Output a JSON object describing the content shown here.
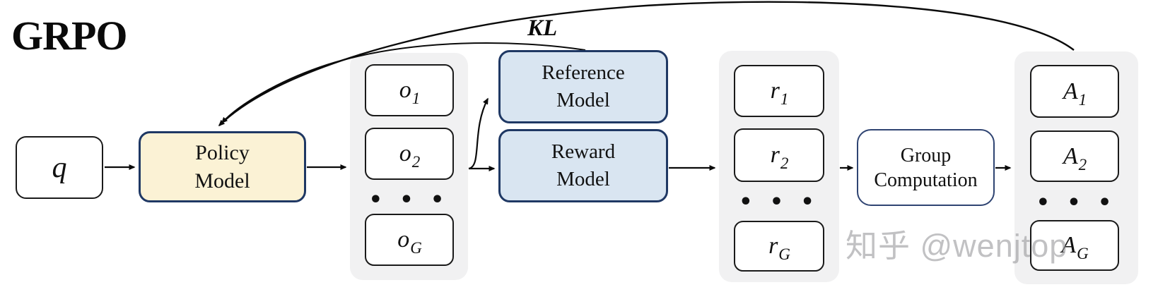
{
  "title": "GRPO",
  "kl_label": "KL",
  "watermark": "知乎 @wenjtop",
  "nodes": {
    "query": {
      "label": "q"
    },
    "policy": {
      "line1": "Policy",
      "line2": "Model"
    },
    "reference": {
      "line1": "Reference",
      "line2": "Model"
    },
    "reward": {
      "line1": "Reward",
      "line2": "Model"
    },
    "group_computation": {
      "line1": "Group",
      "line2": "Computation"
    }
  },
  "groups": {
    "outputs": {
      "ellipsis": "• • •",
      "items": [
        {
          "base": "o",
          "sub": "1"
        },
        {
          "base": "o",
          "sub": "2"
        },
        {
          "base": "o",
          "sub": "G"
        }
      ]
    },
    "rewards": {
      "ellipsis": "• • •",
      "items": [
        {
          "base": "r",
          "sub": "1"
        },
        {
          "base": "r",
          "sub": "2"
        },
        {
          "base": "r",
          "sub": "G"
        }
      ]
    },
    "advantages": {
      "ellipsis": "• • •",
      "items": [
        {
          "base": "A",
          "sub": "1"
        },
        {
          "base": "A",
          "sub": "2"
        },
        {
          "base": "A",
          "sub": "G"
        }
      ]
    }
  },
  "colors": {
    "policy_fill": "#FBF2D5",
    "model_fill": "#D9E5F1",
    "border_navy": "#1F3864",
    "panel_gray": "#F1F1F2",
    "watermark_gray": "#9B9B9E"
  }
}
